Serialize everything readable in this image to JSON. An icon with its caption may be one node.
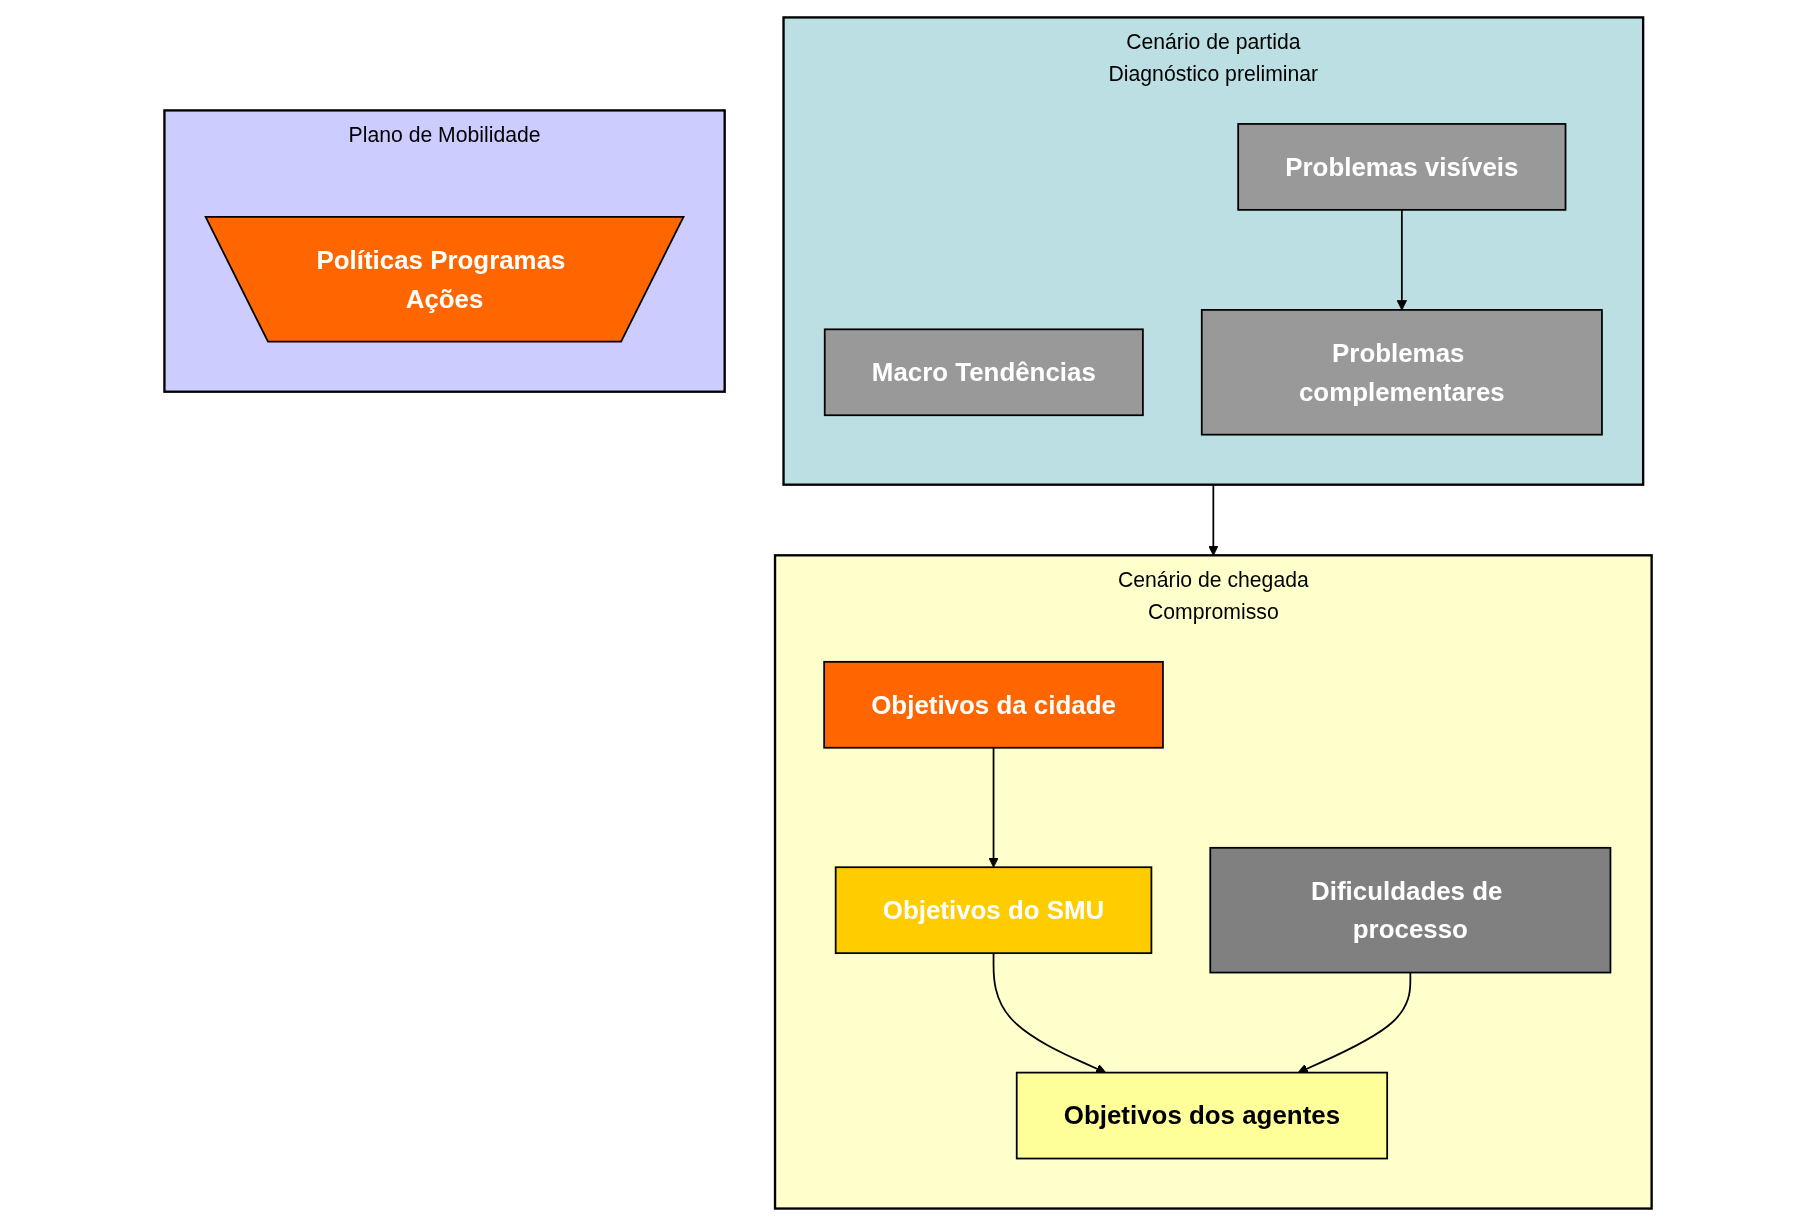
{
  "diagram": {
    "nodes": [
      {
        "text": [
          "Cenário de partida",
          "Diagnóstico preliminar"
        ]
      },
      {
        "text": [
          "Macro Tendências"
        ],
        "in": 0
      },
      {
        "text": [
          "Problemas visíveis"
        ],
        "in": 0
      },
      {
        "text": [
          "Problemas complementares"
        ],
        "in": 0
      },
      {
        "text": [
          "Cenário de chegada",
          "Compromisso"
        ]
      },
      {
        "text": [
          "Dificuldades de processo"
        ],
        "in": 4
      },
      {
        "text": [
          "Objetivos da cidade"
        ],
        "in": 4
      },
      {
        "text": [
          "Objetivos do SMU"
        ],
        "in": 4
      },
      {
        "text": [
          "Objetivos dos agentes"
        ],
        "in": 4
      },
      {
        "text": [
          "Plano de Mobilidade"
        ]
      },
      {
        "text": [
          "Políticas Programas Ações"
        ],
        "in": 9
      }
    ],
    "edges": [
      {
        "from": 2,
        "to": 3,
        "arrow": "to"
      },
      {
        "from": 0,
        "to": 4,
        "arrow": "to"
      },
      {
        "from": 6,
        "to": 7,
        "arrow": "to"
      },
      {
        "from": 7,
        "to": 8,
        "arrow": "to"
      },
      {
        "from": 5,
        "to": 8,
        "arrow": "to"
      }
    ]
  }
}
